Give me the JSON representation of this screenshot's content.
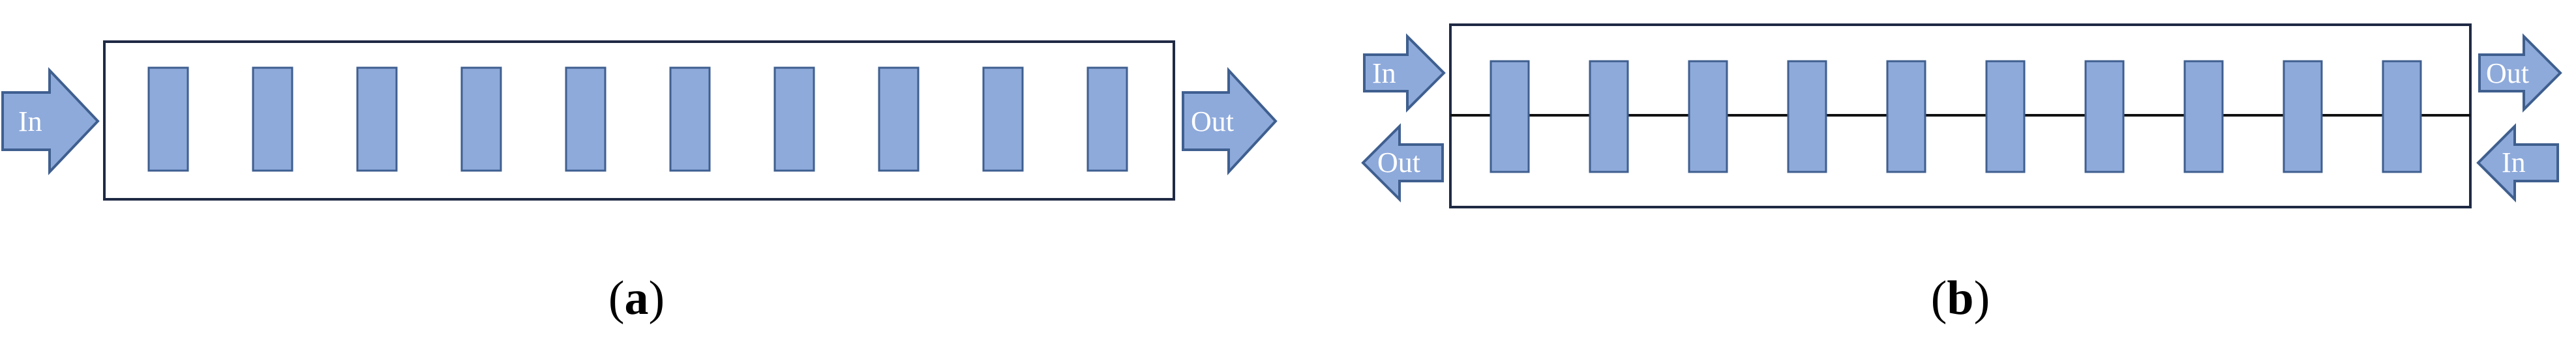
{
  "colors": {
    "plate_fill": "#8eaadb",
    "arrow_fill": "#8eaadb",
    "outline": "#1f2a44"
  },
  "diagram_a": {
    "caption_letter": "a",
    "in_label": "In",
    "out_label": "Out",
    "plate_count": 10
  },
  "diagram_b": {
    "caption_letter": "b",
    "in_top_label": "In",
    "out_top_label": "Out",
    "out_bottom_label": "Out",
    "in_bottom_label": "In",
    "plate_count": 10
  }
}
